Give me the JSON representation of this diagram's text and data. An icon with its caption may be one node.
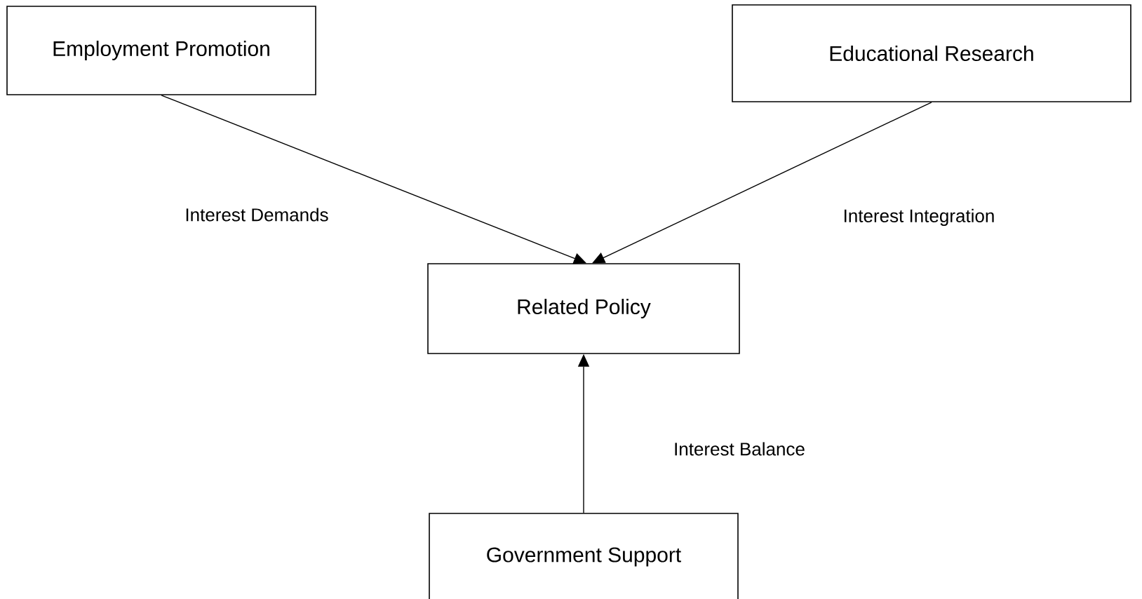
{
  "diagram": {
    "nodes": [
      {
        "text": [
          "Employment Promotion"
        ]
      },
      {
        "text": [
          "Educational Research"
        ]
      },
      {
        "text": [
          "Related Policy"
        ]
      },
      {
        "text": [
          "Government Support"
        ]
      }
    ],
    "edges": [
      {
        "from": 0,
        "to": 2,
        "arrow": "to",
        "label": "Interest Demands"
      },
      {
        "from": 1,
        "to": 2,
        "arrow": "to",
        "label": "Interest Integration"
      },
      {
        "from": 3,
        "to": 2,
        "arrow": "to",
        "label": "Interest Balance"
      }
    ]
  }
}
